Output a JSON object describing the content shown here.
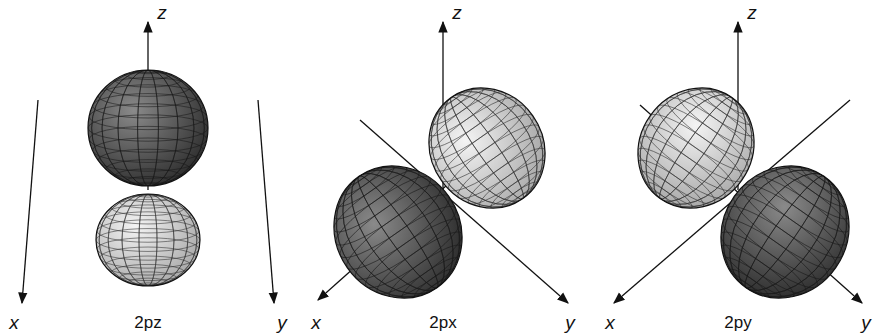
{
  "diagram": {
    "labels": [
      "z",
      "x",
      "y",
      "2pz",
      "z",
      "x",
      "y",
      "2px",
      "z",
      "x",
      "y",
      "2py"
    ]
  }
}
